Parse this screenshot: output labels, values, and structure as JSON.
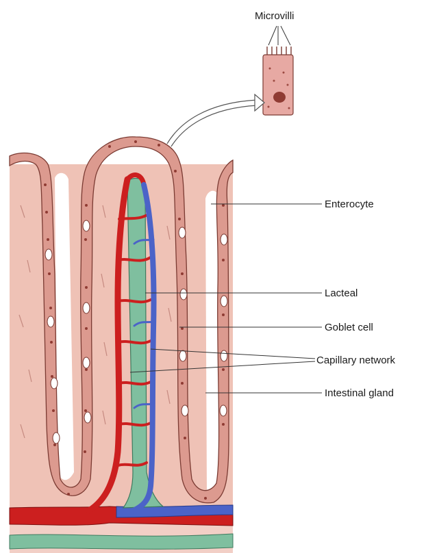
{
  "labels": {
    "microvilli": "Microvilli",
    "enterocyte": "Enterocyte",
    "lacteal": "Lacteal",
    "goblet_cell": "Goblet cell",
    "capillary_network": "Capillary network",
    "intestinal_gland": "Intestinal gland"
  },
  "colors": {
    "tissue": "#efc2b6",
    "epithelium": "#dc9a8f",
    "epithelium_outline": "#7a3a32",
    "nucleus": "#8f3b33",
    "artery": "#cc1f1f",
    "vein": "#4b63c8",
    "lacteal": "#7fbf9f",
    "goblet": "#ffffff"
  }
}
